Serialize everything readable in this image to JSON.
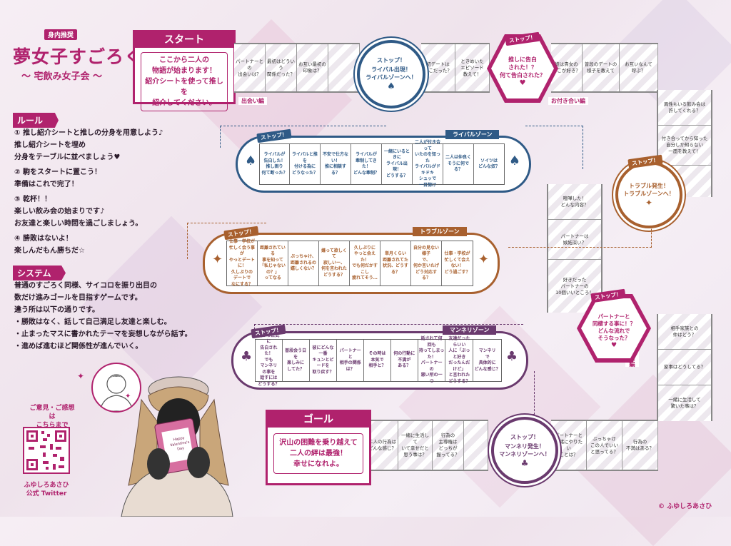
{
  "header": {
    "tag": "身内推奨",
    "title": "夢女子すごろく",
    "subtitle": "〜 宅飲み女子会 〜"
  },
  "rules": {
    "heading": "ルール",
    "lines": [
      "① 推し紹介シートと推しの分身を用意しよう♪",
      "推し紹介シートを埋め",
      "分身をテーブルに並べましょう♥",
      "② 駒をスタートに置こう！",
      "準備はこれで完了！",
      "③ 乾杯！！",
      "楽しい飲み会の始まりです♪",
      "お友達と楽しい時間を過ごしましょう。",
      "④ 勝敗はないよ！",
      "楽しんだもん勝ちだ☆"
    ]
  },
  "system": {
    "heading": "システム",
    "lines": [
      "普通のすごろく同様、サイコロを振り出目の",
      "数だけ進みゴールを目指すゲームです。",
      "違う所は以下の通りです。",
      "・勝敗はなく、話して自己満足し友達と楽しむ。",
      "・止まったマスに書かれたテーマを妄想しながら話す。",
      "・進めば進むほど関係性が進んでいく。"
    ]
  },
  "contact": {
    "label1": "ご意見・ご感想は",
    "label2": "こちらまで",
    "author": "ふゆしろあさひ",
    "twitter": "公式 Twitter",
    "copyright": "© ふゆしろあさひ",
    "card_text": "Happy Valentine's Day"
  },
  "start": {
    "head": "スタート",
    "body": [
      "ここから二人の",
      "物語が始まります！",
      "紹介シートを使って推しを",
      "紹介してください。"
    ]
  },
  "goal": {
    "head": "ゴール",
    "body": [
      "沢山の困難を乗り越えて",
      "二人の絆は最強！",
      "幸せになれよ。"
    ]
  },
  "segments": {
    "deai": "出会い編",
    "otsukiai": "お付き合い編",
    "dousei": "同棲編"
  },
  "top_row": [
    "パートナーとの\n出会いは？",
    "最初はどういう\n関係だった？",
    "お互い最初の\n印象は？",
    "",
    "初デートは\nどこだった？",
    "ときめいた\nエピソード\n教えて！"
  ],
  "top_row2": [
    "彼は貴女の\nどこが好き？",
    "普段のデートの\n様子を教えて",
    "お互いなんて\n呼ぶ？"
  ],
  "right_col": [
    "異性もいる飲み会は\n許してくれる？",
    "付き合ってから知った\n自分しか知らない\n一面を教えて！",
    "",
    "喧嘩した！\nどんな内容？",
    "パートナーは\n嫉妬深い？",
    "好きだった\nパートナーの\n10個いいところ！"
  ],
  "bottom_right": [
    "相手家族との\n仲はどう？",
    "家事はどうしてる？",
    "一緒に生活して\n驚いた事は？"
  ],
  "bottom_row": [
    "二人の行為は\nどんな感じ？",
    "一緒に生活して\nいて幸せだと\n思う事は？",
    "行為の\n主導権は\nどっちが\n握ってる？",
    "",
    "パートナーと\n一緒にやりたい\nことは？",
    "ぶっちゃけ\nこの人でいい\nと思ってる？",
    "行為の\n不満はある？"
  ],
  "stops": {
    "rival": {
      "tag": "ストップ！",
      "text": "ライバル出現！\nライバルゾーンへ！",
      "icon": "spade-icon"
    },
    "kokuhaku": {
      "tag": "ストップ！",
      "text": "推しに告白\nされた！？\n何て告白された？",
      "icon": "heart-icon"
    },
    "trouble": {
      "tag": "ストップ！",
      "text": "トラブル発生！\nトラブルゾーンへ！",
      "icon": "diamond-icon"
    },
    "dousei": {
      "tag": "ストップ！",
      "text": "パートナーと\n同棲する事に！？\nどんな流れで\nそうなった？",
      "icon": "heart-icon"
    },
    "mannneri": {
      "tag": "ストップ！",
      "text": "マンネリ発生！\nマンネリゾーンへ！",
      "icon": "club-icon"
    }
  },
  "zones": {
    "rival": {
      "label": "ライバルゾーン",
      "stop": "ストップ！",
      "cells": [
        "ライバルが\n告白した！\n推し困り\n何て断った？",
        "ライバルと推を\n付ける為に\nどうなった？",
        "不安で仕方ない！\n推に相談する？",
        "ライバルが\n牽制してきた！\nどんな牽制？",
        "一緒にいるときに\nライバル出現！\nどうする？",
        "二人が付き合って\nいたのを知った\nライバルがドキドキ\nシュッで\n一目惚け",
        "二人は仲良く\nそうに何でる？",
        "ソイツは\nどんな奴？"
      ],
      "color": "#2f5a86"
    },
    "trouble": {
      "label": "トラブルゾーン",
      "stop": "ストップ！",
      "cells": [
        "仕事・学校が\n忙しく会う事が\nやっとデート\nに！\n久しぶりの\nデートで\nなにする？",
        "距離されている\n事を知って\n「私じゃないの？」\nってなる",
        "ぶっちゃけ、\n距離されるの\n嬉しくない？",
        "嫌って欲しくて\n寂しいー、\n何を言われた\nどうする？",
        "久しぶりに\nやっと会えた！\nでも何だかすこし\n疲れてそう…",
        "単月くらい\n距離されてた\n状況、どうする？",
        "自分の見ない様子\nで、\n何か言いたげ\nどう対応する？",
        "仕事・学校が\n忙しくて会え\nない！\nどう過ごす？"
      ],
      "color": "#a8602e"
    },
    "mannneri": {
      "label": "マンネリゾーン",
      "stop": "ストップ！",
      "cells": [
        "彼から正式に\n告白された！\nでも\nマンネリ\nの事を\n話すには\nどうする？",
        "普段会う日を\n楽しみに\nしてた？",
        "彼にどんな一番\nキュンとピードを\n取り戻す？",
        "パートナーと\n相手の関係は？",
        "その時は\n本気で\n相手と？",
        "何の行動に\n不満が\nある？",
        "話されて何回も\n持ってしまった！\nパートナーの\n悪い所の一つ",
        "友達だったらいい\n人に「ぶっと好き\nだったんだけど」\nと言われた\nどうする？",
        "マンネリ\nで\n具体的に\nどんな感じ？"
      ],
      "color": "#6a3a6e"
    }
  }
}
